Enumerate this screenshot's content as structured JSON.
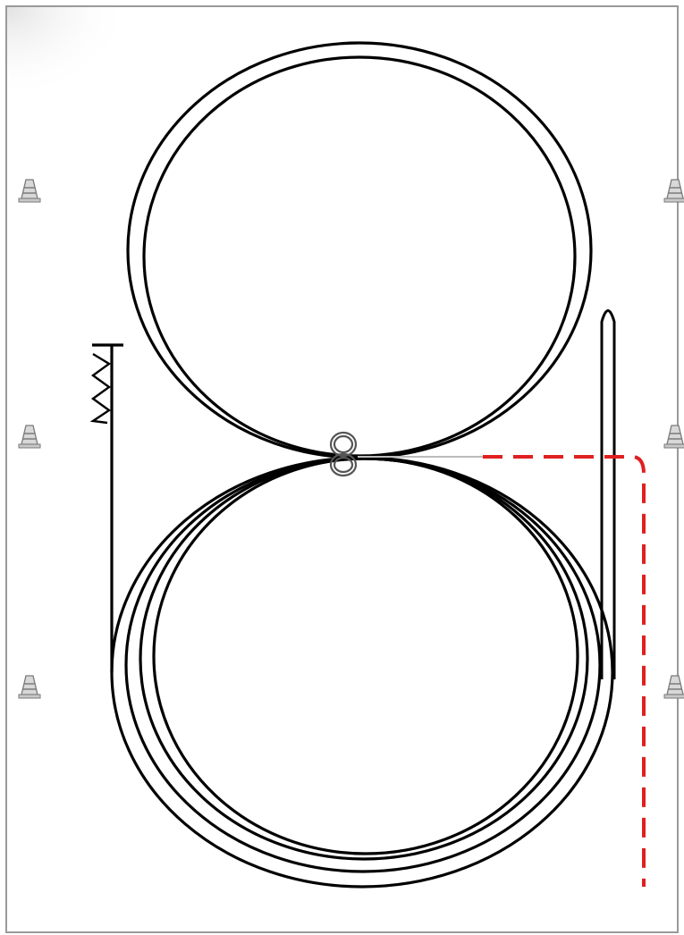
{
  "diagram": {
    "type": "figure-eight track layout",
    "colors": {
      "frame_border": "#9a9a9a",
      "corner_shade": "#e2e2e2",
      "track": "#000000",
      "guide_line": "#bcbcbc",
      "dashed_path": "#e02020",
      "cone_fill": "#d8d8d8",
      "cone_stroke": "#7a7a7a"
    },
    "icons": {
      "marker": "traffic-cone-icon",
      "knot": "knot-icon",
      "spring": "spring-icon"
    },
    "cones": [
      {
        "side": "left",
        "row": 1
      },
      {
        "side": "left",
        "row": 2
      },
      {
        "side": "left",
        "row": 3
      },
      {
        "side": "right",
        "row": 1
      },
      {
        "side": "right",
        "row": 2
      },
      {
        "side": "right",
        "row": 3
      }
    ],
    "loops": {
      "top_strands": 2,
      "bottom_strands": 4
    },
    "dashed_path_style": "dashed"
  }
}
